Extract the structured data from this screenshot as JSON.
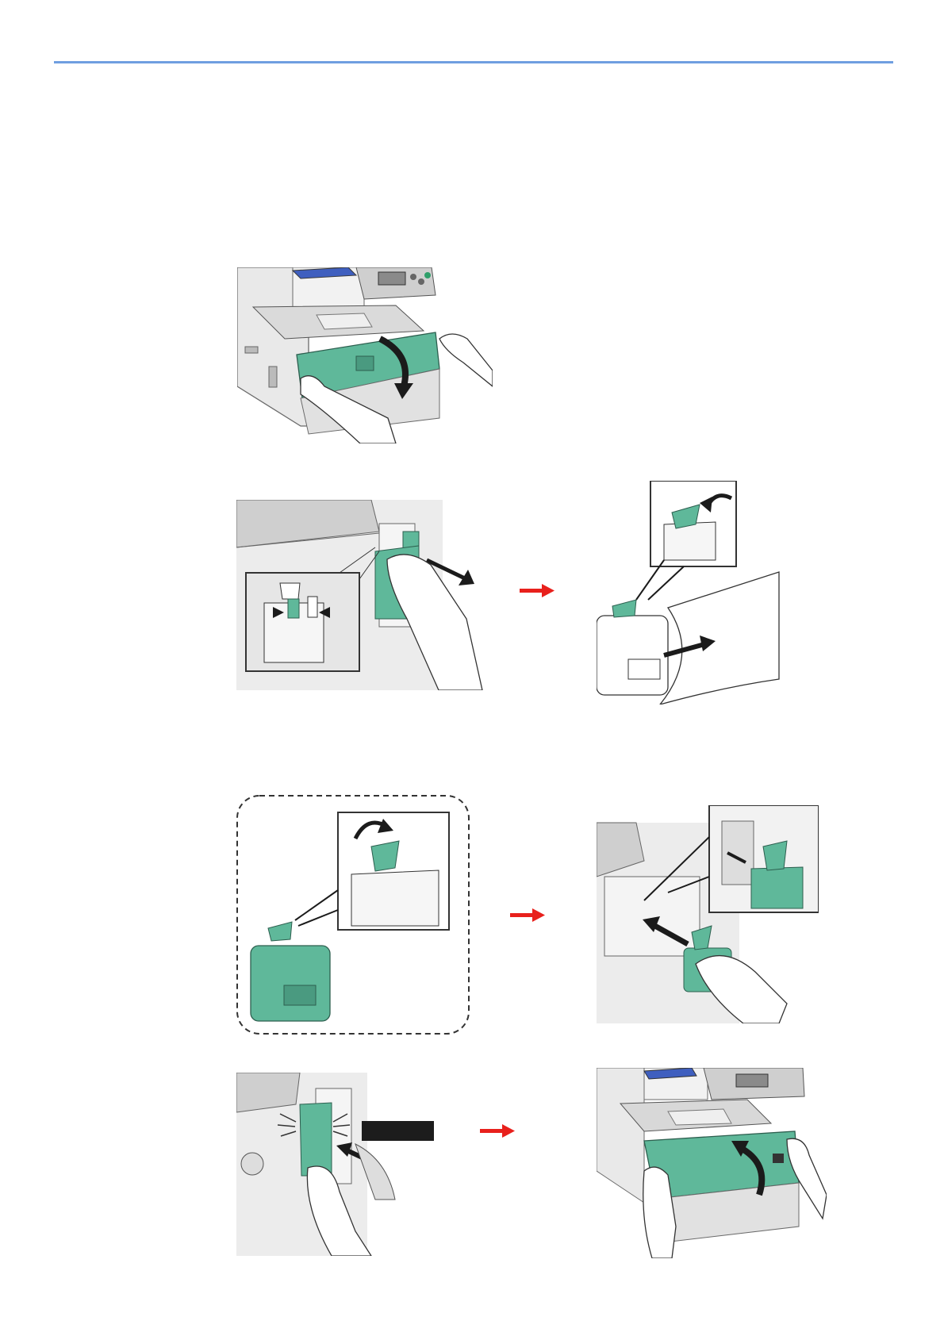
{
  "page": {
    "header_rule_color": "#6f9fe0",
    "accent_green": "#5fb89a",
    "arrow_red": "#e8201c"
  },
  "steps": [
    {
      "id": "open-front-cover",
      "panels": 1,
      "icons": [
        "hand-icon",
        "rotate-down-arrow-icon"
      ]
    },
    {
      "id": "remove-waste-toner-box",
      "panels": 2,
      "icons": [
        "hand-icon",
        "pull-arrow-icon",
        "cap-close-arrow-icon",
        "plastic-bag-icon"
      ]
    },
    {
      "id": "cap-new-box-and-insert",
      "panels": 2,
      "icons": [
        "cap-open-arrow-icon",
        "insert-arrow-icon",
        "hand-icon"
      ]
    },
    {
      "id": "push-in-and-close-cover",
      "panels": 2,
      "icons": [
        "click-burst-icon",
        "push-arrow-icon",
        "rotate-up-arrow-icon",
        "hand-icon"
      ]
    }
  ],
  "step4": {
    "label_text": ""
  }
}
